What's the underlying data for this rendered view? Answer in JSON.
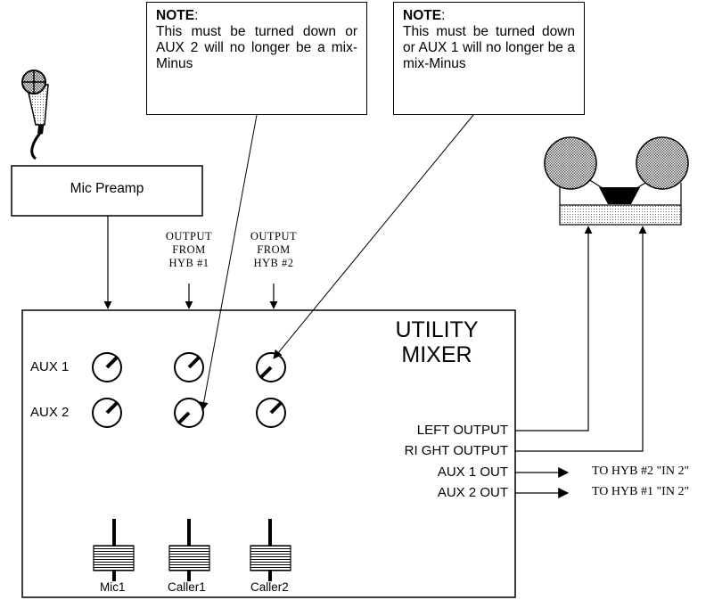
{
  "notes": [
    {
      "title": "NOTE",
      "body": "This must be turned down or AUX 2 will no longer be a mix-Minus"
    },
    {
      "title": "NOTE",
      "body": "This must be turned down or AUX 1 will no longer be a mix-Minus"
    }
  ],
  "mic_preamp_label": "Mic Preamp",
  "sources": [
    {
      "line1": "OUTPUT",
      "line2": "FROM",
      "line3": "HYB #1"
    },
    {
      "line1": "OUTPUT",
      "line2": "FROM",
      "line3": "HYB #2"
    }
  ],
  "mixer": {
    "title_line1": "UTILITY",
    "title_line2": "MIXER",
    "aux1_label": "AUX 1",
    "aux2_label": "AUX 2",
    "channels": [
      "Mic1",
      "Caller1",
      "Caller2"
    ],
    "outputs": [
      "LEFT OUTPUT",
      "RI GHT OUTPUT",
      "AUX 1 OUT",
      "AUX 2 OUT"
    ]
  },
  "destinations": [
    "TO HYB #2 \"IN 2\"",
    "TO HYB #1 \"IN 2\""
  ]
}
